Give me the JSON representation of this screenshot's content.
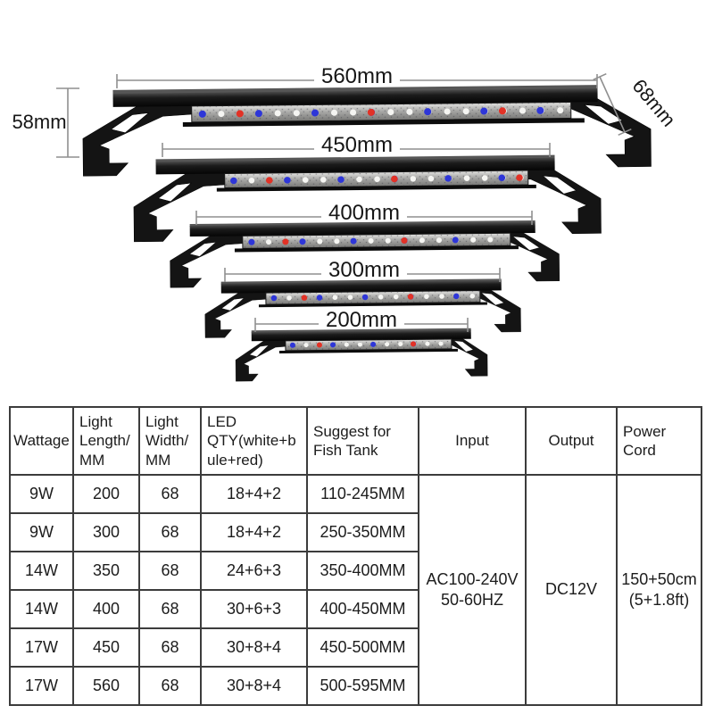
{
  "diagram": {
    "bars": [
      {
        "label": "560mm"
      },
      {
        "label": "450mm"
      },
      {
        "label": "400mm"
      },
      {
        "label": "300mm"
      },
      {
        "label": "200mm"
      }
    ],
    "height_label": "58mm",
    "width_label": "68mm",
    "led_colors": {
      "white": "#f5f5f2",
      "blue": "#2e36d8",
      "red": "#e23226"
    },
    "housing_color": "#141414"
  },
  "table": {
    "headers": [
      "Wattage",
      "Light Length/MM",
      "Light Width/MM",
      "LED QTY(white+bule+red)",
      "Suggest for Fish Tank",
      "Input",
      "Output",
      "Power Cord"
    ],
    "rows": [
      [
        "9W",
        "200",
        "68",
        "18+4+2",
        "110-245MM"
      ],
      [
        "9W",
        "300",
        "68",
        "18+4+2",
        "250-350MM"
      ],
      [
        "14W",
        "350",
        "68",
        "24+6+3",
        "350-400MM"
      ],
      [
        "14W",
        "400",
        "68",
        "30+6+3",
        "400-450MM"
      ],
      [
        "17W",
        "450",
        "68",
        "30+8+4",
        "450-500MM"
      ],
      [
        "17W",
        "560",
        "68",
        "30+8+4",
        "500-595MM"
      ]
    ],
    "merged": {
      "input": "AC100-240V 50-60HZ",
      "output": "DC12V",
      "power_cord": "150+50cm (5+1.8ft)"
    }
  }
}
